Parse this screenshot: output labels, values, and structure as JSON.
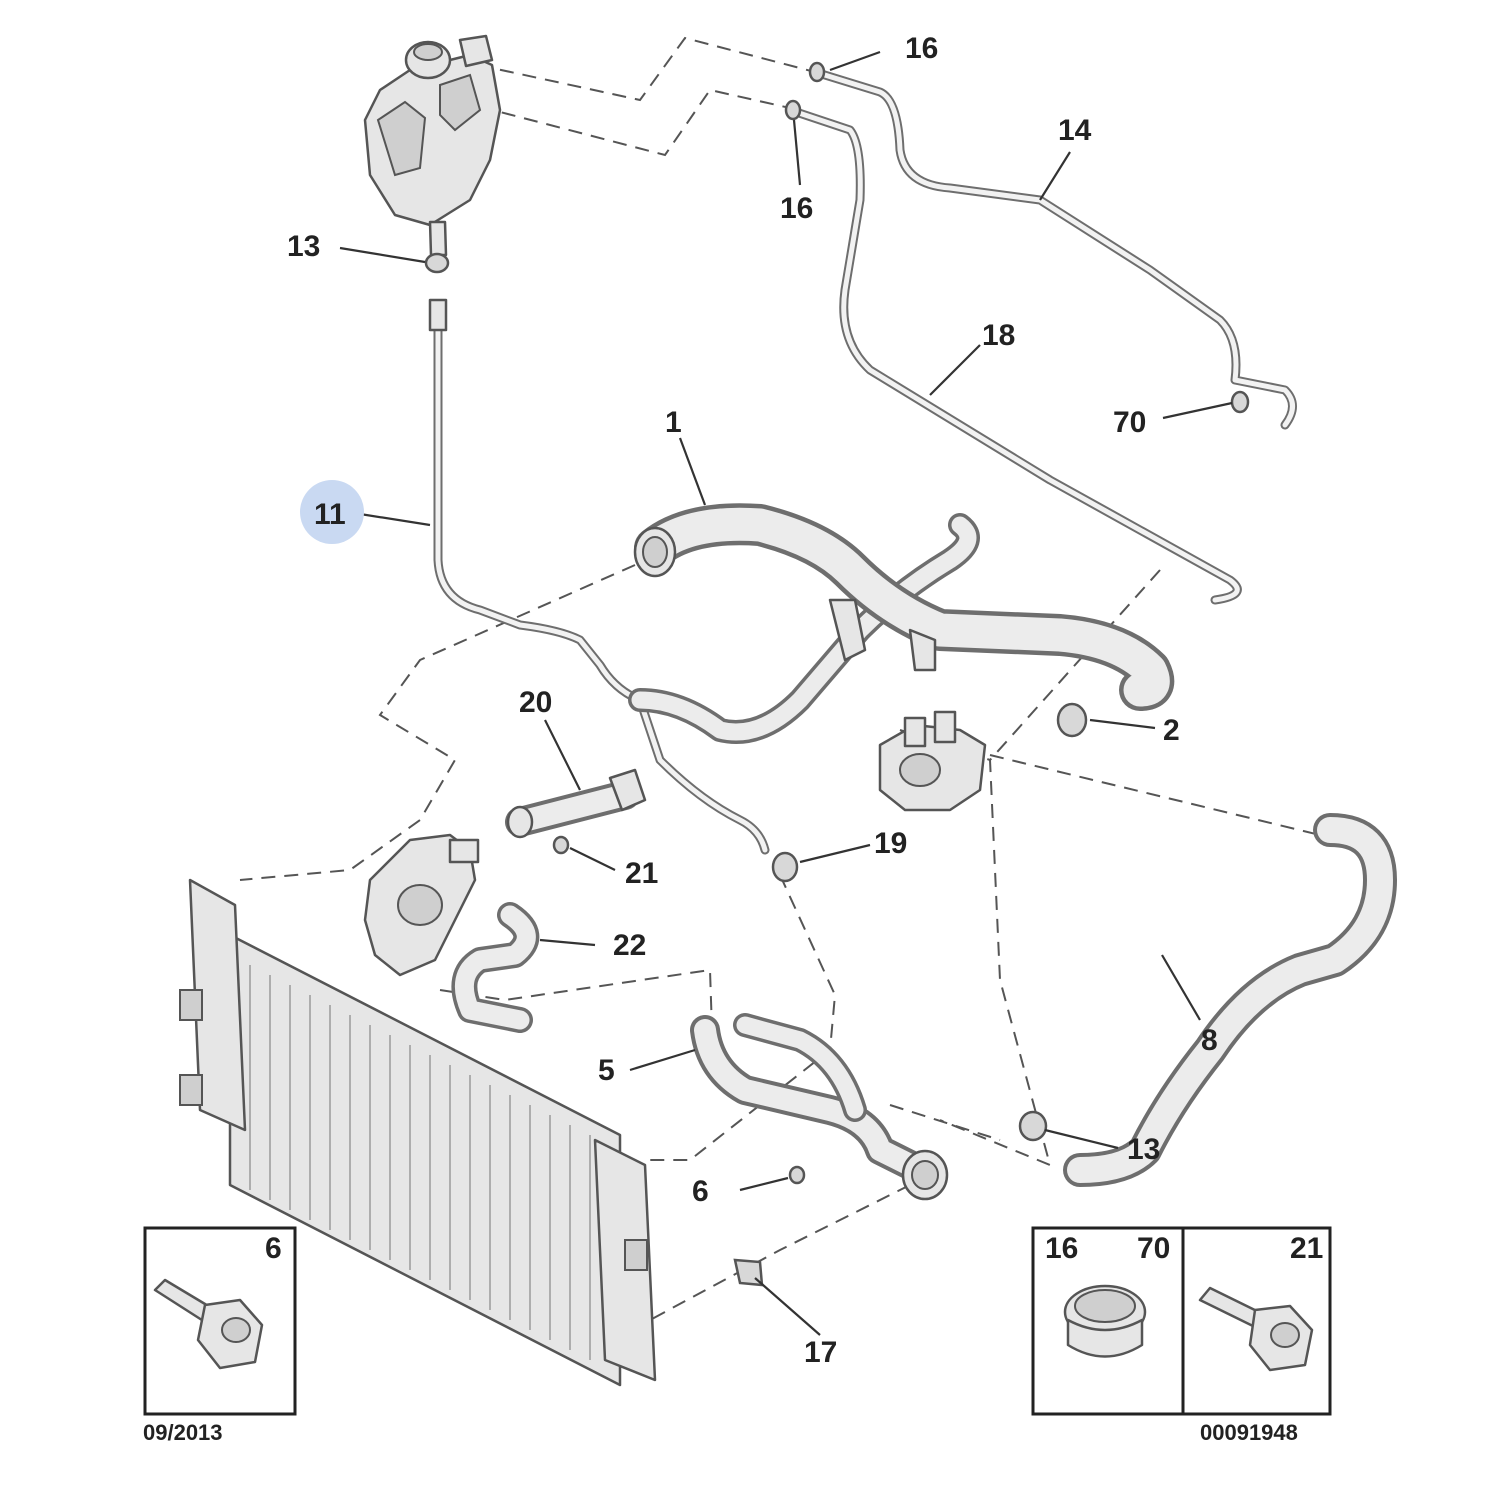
{
  "callouts": {
    "c16a": "16",
    "c16b": "16",
    "c14": "14",
    "c13a": "13",
    "c18": "18",
    "c70": "70",
    "c1": "1",
    "c11": "11",
    "c2": "2",
    "c20": "20",
    "c19": "19",
    "c21": "21",
    "c22": "22",
    "c8": "8",
    "c5": "5",
    "c13b": "13",
    "c6": "6",
    "c17": "17"
  },
  "highlight_color": "#c9d9f2",
  "detail_boxes": {
    "box_6": {
      "label": "6"
    },
    "box_clamp": {
      "label_left": "16",
      "label_right": "70"
    },
    "box_21": {
      "label": "21"
    }
  },
  "footer": {
    "date": "09/2013",
    "reference": "00091948"
  }
}
